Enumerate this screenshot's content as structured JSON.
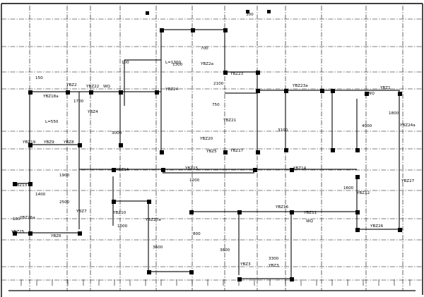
{
  "columns": [
    {
      "text": "YBZ1"
    },
    {
      "text": "YBZ2"
    },
    {
      "text": "YBZ3"
    },
    {
      "text": "YBZ4"
    },
    {
      "text": "YBZ5"
    },
    {
      "text": "YBZ6"
    },
    {
      "text": "YBZ7"
    },
    {
      "text": "YBZ8"
    },
    {
      "text": "YBZ9"
    },
    {
      "text": "YBZ10"
    },
    {
      "text": "YBZ11"
    },
    {
      "text": "YBZ12"
    },
    {
      "text": "YBZ13"
    },
    {
      "text": "YBZ14"
    },
    {
      "text": "YBZ15"
    },
    {
      "text": "YBZ16"
    },
    {
      "text": "YBZ17"
    },
    {
      "text": "YBZ18a"
    },
    {
      "text": "YBZ19"
    },
    {
      "text": "YBZ20"
    },
    {
      "text": "YBZ21"
    },
    {
      "text": "YBZ22"
    },
    {
      "text": "YBZ23"
    },
    {
      "text": "YBZ24"
    },
    {
      "text": "YBZ24a"
    },
    {
      "text": "YBZ25"
    },
    {
      "text": "YBZ26"
    },
    {
      "text": "YBZ27"
    },
    {
      "text": "YBZ27a"
    },
    {
      "text": "YBZ2a"
    },
    {
      "text": "YBZ23a"
    },
    {
      "text": "YBZ26a"
    },
    {
      "text": "YBZ14"
    },
    {
      "text": "YBZ3"
    }
  ],
  "dimensions": [
    {
      "text": "150"
    },
    {
      "text": "180"
    },
    {
      "text": "100"
    },
    {
      "text": "300"
    },
    {
      "text": "700"
    },
    {
      "text": "750"
    },
    {
      "text": "800"
    },
    {
      "text": "1000"
    },
    {
      "text": "1200"
    },
    {
      "text": "1300"
    },
    {
      "text": "1400"
    },
    {
      "text": "1600"
    },
    {
      "text": "1700"
    },
    {
      "text": "1800"
    },
    {
      "text": "1900"
    },
    {
      "text": "2100"
    },
    {
      "text": "2500"
    },
    {
      "text": "3000"
    },
    {
      "text": "3100"
    },
    {
      "text": "3300"
    },
    {
      "text": "3600"
    },
    {
      "text": "3800"
    },
    {
      "text": "4000"
    },
    {
      "text": "L=550"
    },
    {
      "text": "L=1300"
    },
    {
      "text": "WQ"
    },
    {
      "text": "WQ"
    },
    {
      "text": "WQ"
    }
  ]
}
